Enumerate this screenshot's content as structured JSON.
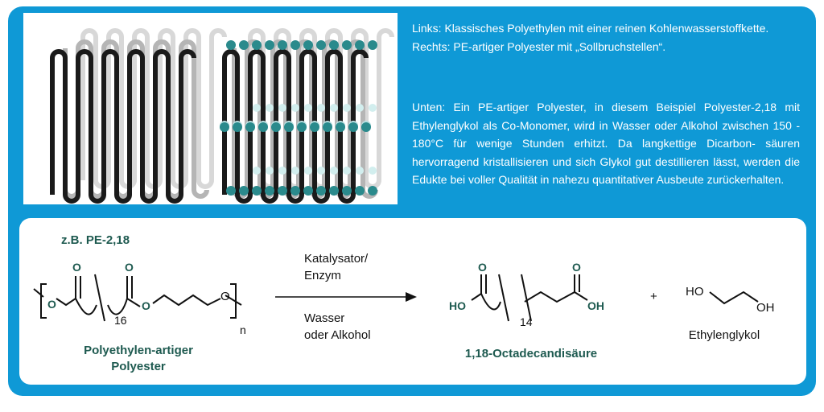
{
  "caption": {
    "top_line1": "Links: Klassisches Polyethylen mit einer reinen Kohlenwasserstoffkette.",
    "top_line2": "Rechts: PE-artiger Polyester mit „Sollbruchstellen“.",
    "bottom": "Unten: Ein PE-artiger Polyester, in diesem Beispiel Polyester-2,18 mit Ethylenglykol als Co-Monomer, wird in Wasser oder Alkohol zwischen 150 - 180°C für wenige Stunden erhitzt. Da langkettige Dicarbon- säuren hervorragend kristallisieren und sich Glykol gut destillieren lässt, werden die Edukte bei voller Qualität in nahezu quantitativer Ausbeute zurückerhalten."
  },
  "reaction": {
    "example_label": "z.B. PE-2,18",
    "polymer_subscript": "16",
    "polymer_n": "n",
    "polymer_name_line1": "Polyethylen-artiger",
    "polymer_name_line2": "Polyester",
    "conditions_above_line1": "Katalysator/",
    "conditions_above_line2": "Enzym",
    "conditions_below_line1": "Wasser",
    "conditions_below_line2": "oder Alkohol",
    "diacid_subscript": "14",
    "diacid_name": "1,18-Octadecandisäure",
    "plus": "+",
    "glycol_name": "Ethylenglykol"
  },
  "atoms": {
    "oxygen": "O",
    "ho": "HO",
    "oh": "OH"
  },
  "colors": {
    "background_blue": "#0f99d6",
    "label_green": "#1e5a50",
    "bead_teal": "#2a8a8c",
    "chain_black": "#1a1a1a"
  }
}
